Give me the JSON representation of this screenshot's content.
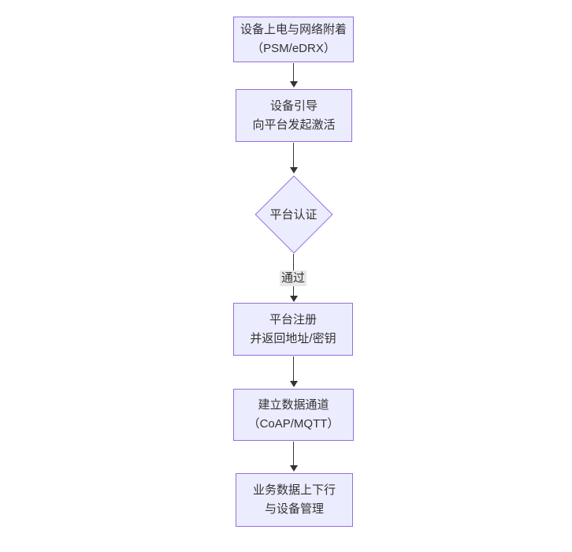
{
  "diagram": {
    "type": "flowchart",
    "direction": "top-down",
    "nodes": [
      {
        "id": "A",
        "shape": "rect",
        "lines": [
          "设备上电与网络附着",
          "（PSM/eDRX）"
        ]
      },
      {
        "id": "B",
        "shape": "rect",
        "lines": [
          "设备引导",
          "向平台发起激活"
        ]
      },
      {
        "id": "C",
        "shape": "diamond",
        "lines": [
          "平台认证"
        ]
      },
      {
        "id": "D",
        "shape": "rect",
        "lines": [
          "平台注册",
          "并返回地址/密钥"
        ]
      },
      {
        "id": "E",
        "shape": "rect",
        "lines": [
          "建立数据通道",
          "（CoAP/MQTT）"
        ]
      },
      {
        "id": "F",
        "shape": "rect",
        "lines": [
          "业务数据上下行",
          "与设备管理"
        ]
      }
    ],
    "edges": [
      {
        "from": "A",
        "to": "B",
        "label": ""
      },
      {
        "from": "B",
        "to": "C",
        "label": ""
      },
      {
        "from": "C",
        "to": "D",
        "label": "通过"
      },
      {
        "from": "D",
        "to": "E",
        "label": ""
      },
      {
        "from": "E",
        "to": "F",
        "label": ""
      }
    ],
    "colors": {
      "node_fill": "#ECECFF",
      "node_border": "#9370DB",
      "text": "#333333",
      "edge": "#333333",
      "edge_label_bg": "#e8e8e8",
      "background": "#ffffff"
    }
  }
}
